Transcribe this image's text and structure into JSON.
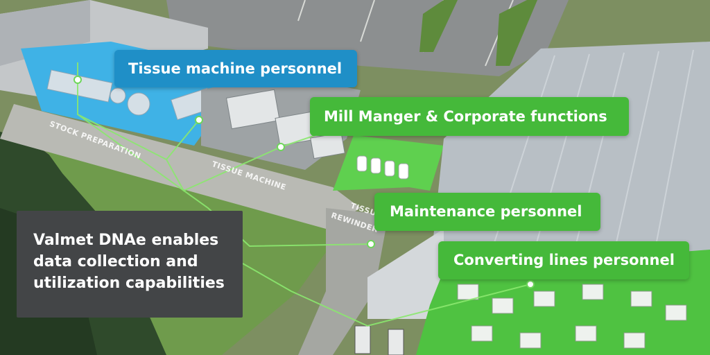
{
  "labels": {
    "tissue_machine_personnel": "Tissue machine personnel",
    "mill_manager": "Mill Manger & Corporate functions",
    "maintenance_personnel": "Maintenance personnel",
    "converting_lines_personnel": "Converting lines personnel"
  },
  "callout": {
    "lines": [
      "Valmet DNAe enables",
      "data collection and",
      "utilization capabilities"
    ]
  },
  "ground_labels": {
    "stock_preparation": "STOCK PREPARATION",
    "tissue_machine": "TISSUE MACHINE",
    "tissue_rewinder_line1": "TISSUE",
    "tissue_rewinder_line2": "REWINDER"
  },
  "colors": {
    "blue_label": "#1f8fc7",
    "green_label": "#45b93a",
    "callout_bg": "#434547",
    "connector_line": "#8be86f"
  }
}
